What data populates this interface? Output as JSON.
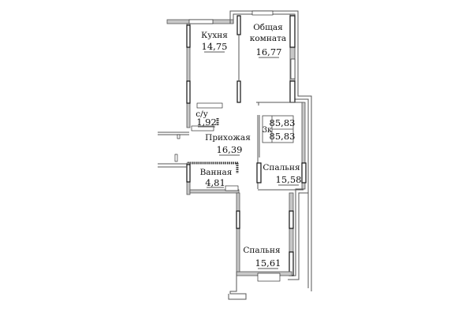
{
  "plan": {
    "rooms": [
      {
        "name": "Кухня",
        "area": "14,75"
      },
      {
        "name_line1": "Общая",
        "name_line2": "комната",
        "area": "16,77"
      },
      {
        "name": "с/у",
        "area": "1,92"
      },
      {
        "name": "Прихожая",
        "area": "16,39"
      },
      {
        "name": "Ванная",
        "area": "4,81"
      },
      {
        "name": "Спальня",
        "area": "15,58"
      },
      {
        "name": "Спальня",
        "area": "15,61"
      }
    ],
    "summary": {
      "type": "3к",
      "total_area": "85,83",
      "living_area": "85,83"
    }
  }
}
